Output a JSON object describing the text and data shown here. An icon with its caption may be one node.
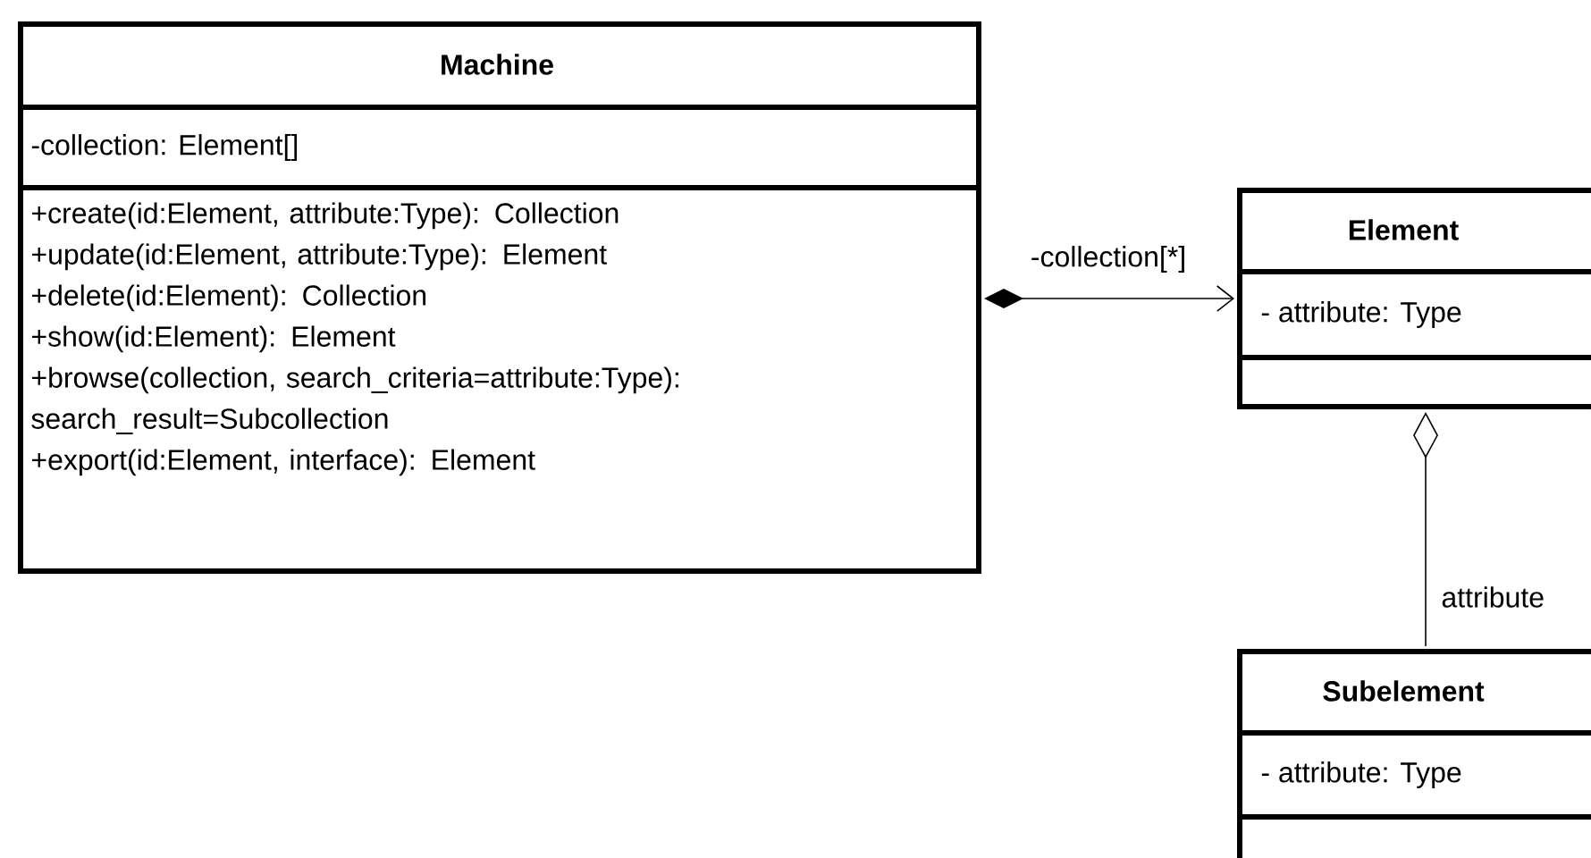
{
  "diagram": {
    "nodes": [
      {
        "text": [
          "Machine",
          "-collection: Element[]",
          "+create(id:Element, attribute:Type): Collection",
          "+update(id:Element, attribute:Type): Element",
          "+delete(id:Element): Collection",
          "+show(id:Element): Element",
          "+browse(collection, search_criteria=attribute:Type): search_result=Subcollection",
          "+export(id:Element, interface): Element"
        ]
      },
      {
        "text": [
          "Element",
          "- attribute: Type"
        ]
      },
      {
        "text": [
          "Subelement",
          "- attribute: Type"
        ]
      }
    ],
    "edges": [
      {
        "from": 0,
        "to": 1,
        "arrow": "to",
        "label": "-collection[*]"
      },
      {
        "from": 1,
        "to": 2,
        "arrow": "other",
        "label": "attribute"
      }
    ]
  }
}
